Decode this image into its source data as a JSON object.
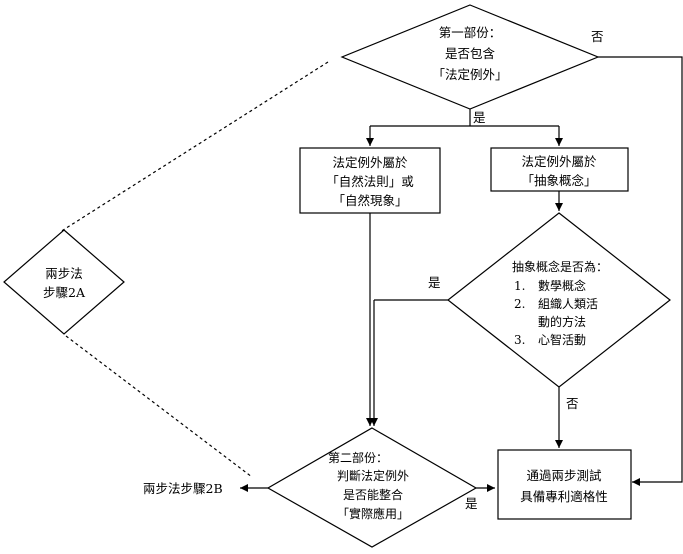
{
  "decision_part1": {
    "line1": "第一部份：",
    "line2": "是否包含",
    "line3": "「法定例外」"
  },
  "part1_yes": "是",
  "part1_no": "否",
  "box_natural_law": {
    "line1": "法定例外屬於",
    "line2": "「自然法則」或",
    "line3": "「自然現象」"
  },
  "box_abstract": {
    "line1": "法定例外屬於",
    "line2": "「抽象概念」"
  },
  "decision_abstract": {
    "title": "抽象概念是否為：",
    "item1_num": "1.",
    "item1": "數學概念",
    "item2_num": "2.",
    "item2a": "組織人類活",
    "item2b": "動的方法",
    "item3_num": "3.",
    "item3": "心智活動"
  },
  "abstract_yes": "是",
  "abstract_no": "否",
  "step2a": {
    "line1": "兩步法",
    "line2": "步驟2A"
  },
  "decision_part2": {
    "line1": "第二部份：",
    "line2": "判斷法定例外",
    "line3": "是否能整合",
    "line4": "「實際應用」"
  },
  "part2_yes": "是",
  "step2b_label": "兩步法步驟2B",
  "box_result": {
    "line1": "通過兩步測試",
    "line2": "具備專利適格性"
  }
}
